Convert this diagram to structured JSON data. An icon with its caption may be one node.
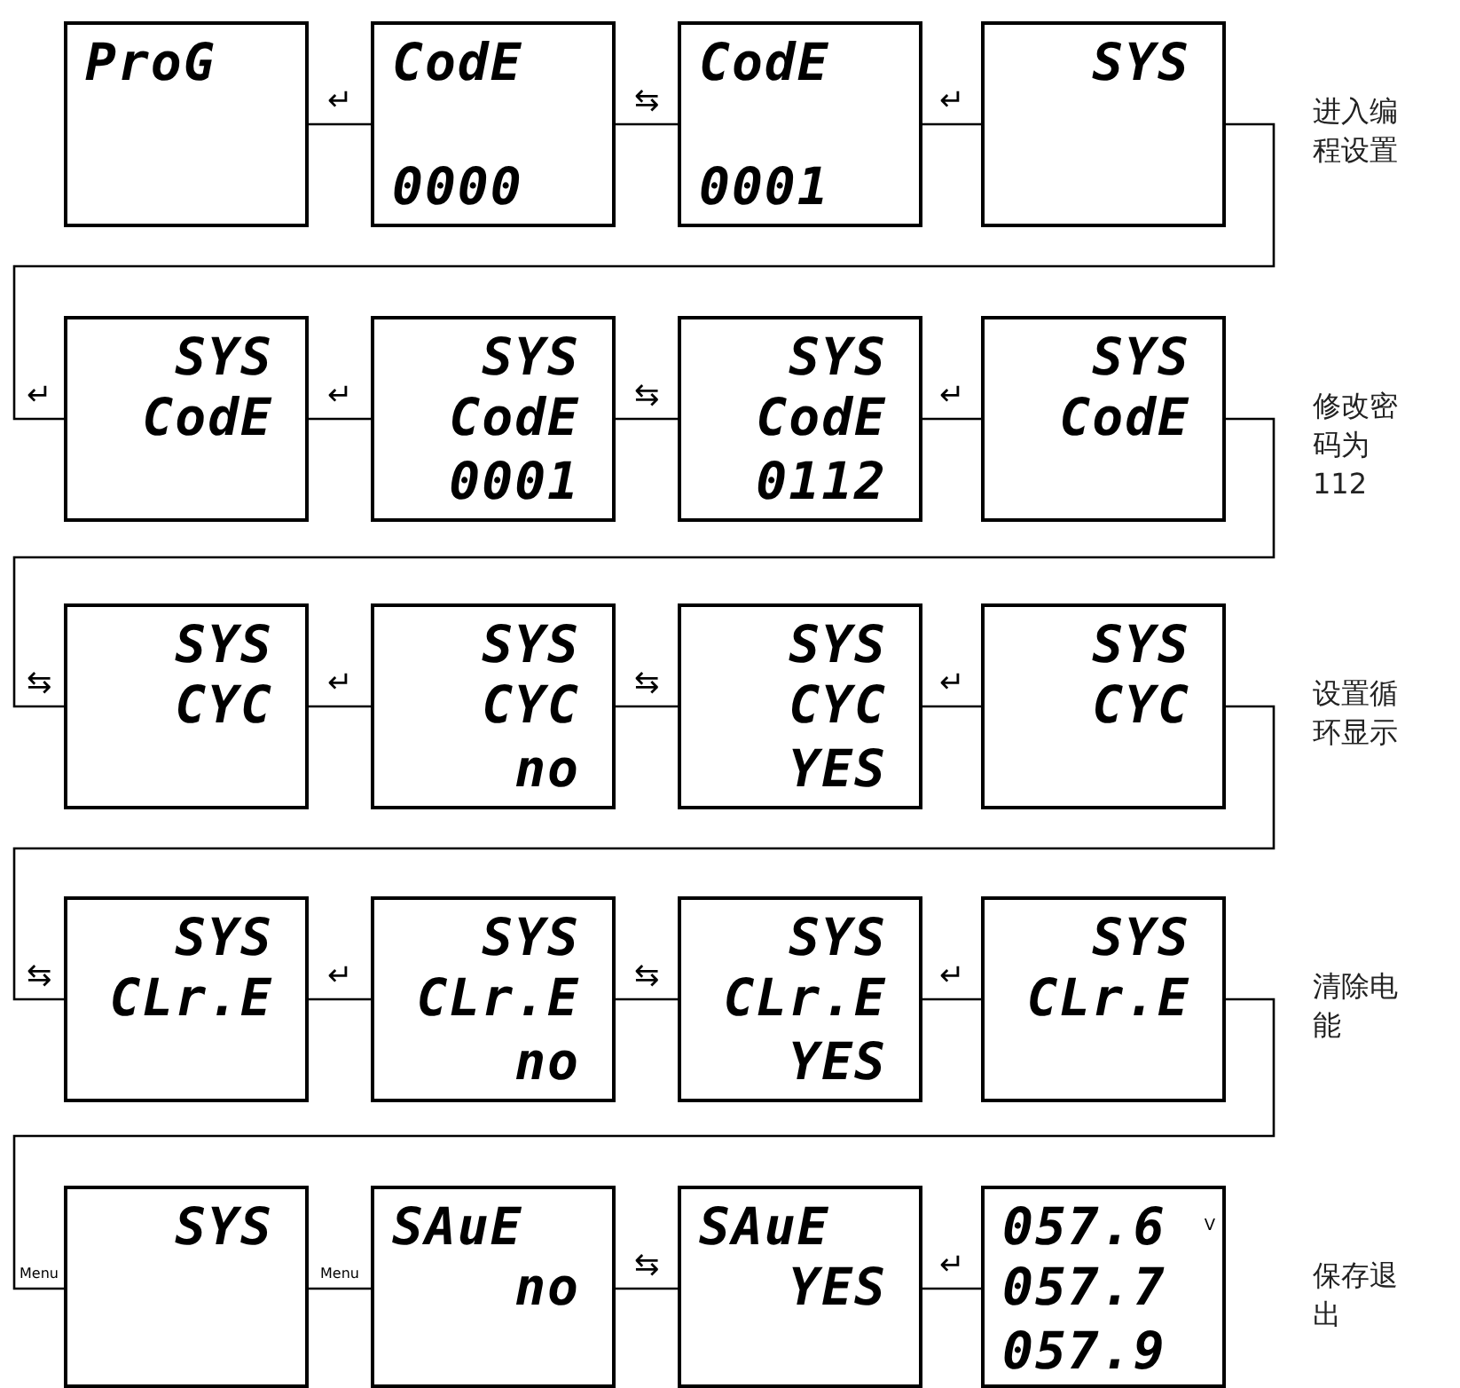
{
  "diagram": {
    "nodes": [
      {
        "text": [
          "ProG"
        ]
      },
      {
        "text": [
          "CodE",
          "0000"
        ]
      },
      {
        "text": [
          "CodE",
          "0001"
        ]
      },
      {
        "text": [
          "SYS"
        ],
        "beside": [
          "进入编程设置"
        ]
      },
      {
        "text": [
          "SYS",
          "CodE"
        ]
      },
      {
        "text": [
          "SYS",
          "CodE",
          "0001"
        ]
      },
      {
        "text": [
          "SYS",
          "CodE",
          "0112"
        ]
      },
      {
        "text": [
          "SYS",
          "CodE"
        ],
        "beside": [
          "修改密码为112"
        ]
      },
      {
        "text": [
          "SYS",
          "CYC"
        ]
      },
      {
        "text": [
          "SYS",
          "CYC",
          "no"
        ]
      },
      {
        "text": [
          "SYS",
          "CYC",
          "YES"
        ]
      },
      {
        "text": [
          "SYS",
          "CYC"
        ],
        "beside": [
          "设置循环显示"
        ]
      },
      {
        "text": [
          "SYS",
          "CLr.E"
        ]
      },
      {
        "text": [
          "SYS",
          "CLr.E",
          "no"
        ]
      },
      {
        "text": [
          "SYS",
          "CLr.E",
          "YES"
        ]
      },
      {
        "text": [
          "SYS",
          "CLr.E"
        ],
        "beside": [
          "清除电能"
        ]
      },
      {
        "text": [
          "SYS"
        ]
      },
      {
        "text": [
          "SAuE",
          "no"
        ]
      },
      {
        "text": [
          "SAuE",
          "YES"
        ]
      },
      {
        "text": [
          "057.6",
          "V",
          "057.7",
          "057.9"
        ],
        "beside": [
          "保存退出"
        ]
      }
    ],
    "edges": [
      {
        "from": 0,
        "to": 1,
        "arrow": "none",
        "label": "↵"
      },
      {
        "from": 1,
        "to": 2,
        "arrow": "none",
        "label": "⇆"
      },
      {
        "from": 2,
        "to": 3,
        "arrow": "none",
        "label": "↵"
      },
      {
        "from": 3,
        "to": 4,
        "arrow": "none",
        "label": "↵"
      },
      {
        "from": 4,
        "to": 5,
        "arrow": "none",
        "label": "↵"
      },
      {
        "from": 5,
        "to": 6,
        "arrow": "none",
        "label": "⇆"
      },
      {
        "from": 6,
        "to": 7,
        "arrow": "none",
        "label": "↵"
      },
      {
        "from": 7,
        "to": 8,
        "arrow": "none",
        "label": "⇆"
      },
      {
        "from": 8,
        "to": 9,
        "arrow": "none",
        "label": "↵"
      },
      {
        "from": 9,
        "to": 10,
        "arrow": "none",
        "label": "⇆"
      },
      {
        "from": 10,
        "to": 11,
        "arrow": "none",
        "label": "↵"
      },
      {
        "from": 11,
        "to": 12,
        "arrow": "none",
        "label": "⇆"
      },
      {
        "from": 12,
        "to": 13,
        "arrow": "none",
        "label": "↵"
      },
      {
        "from": 13,
        "to": 14,
        "arrow": "none",
        "label": "⇆"
      },
      {
        "from": 14,
        "to": 15,
        "arrow": "none",
        "label": "↵"
      },
      {
        "from": 15,
        "to": 16,
        "arrow": "none",
        "label": "Menu"
      },
      {
        "from": 16,
        "to": 17,
        "arrow": "none",
        "label": "Menu"
      },
      {
        "from": 17,
        "to": 18,
        "arrow": "none",
        "label": "⇆"
      },
      {
        "from": 18,
        "to": 19,
        "arrow": "none",
        "label": "↵"
      }
    ]
  }
}
